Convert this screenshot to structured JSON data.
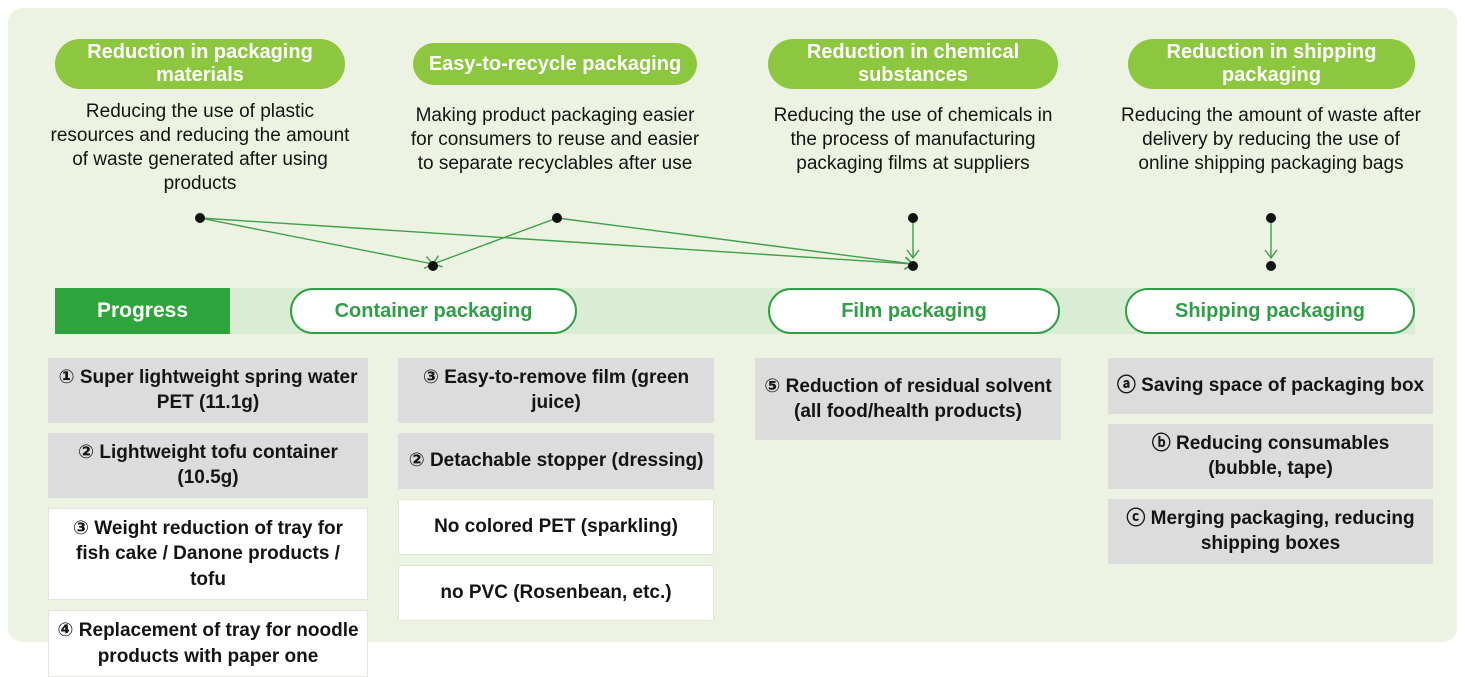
{
  "colors": {
    "panel_bg": "#edf3e2",
    "header_pill_green": "#8dc63f",
    "progress_green": "#2fa33c",
    "band_light_green": "#d9ecd4",
    "category_green": "#2f9e44",
    "arrow_green": "#3f9f4b",
    "gray_item_bg": "#dcdcdc",
    "dot_black": "#111111"
  },
  "columns": [
    {
      "id": "reduction-packaging-materials",
      "header": "Reduction in packaging materials",
      "description": "Reducing the use of plastic resources and reducing the amount of waste generated after using products"
    },
    {
      "id": "easy-to-recycle-packaging",
      "header": "Easy-to-recycle packaging",
      "description": "Making product packaging easier for consumers to reuse and easier to separate recyclables after use"
    },
    {
      "id": "reduction-chemical-substances",
      "header": "Reduction in chemical substances",
      "description": "Reducing the use of chemicals in the process of manufacturing packaging films at suppliers"
    },
    {
      "id": "reduction-shipping-packaging",
      "header": "Reduction in shipping packaging",
      "description": "Reducing the amount of waste after delivery by reducing the use of online shipping packaging bags"
    }
  ],
  "connections": [
    {
      "from": "reduction-packaging-materials",
      "to": "container-packaging"
    },
    {
      "from": "reduction-packaging-materials",
      "to": "film-packaging"
    },
    {
      "from": "easy-to-recycle-packaging",
      "to": "container-packaging"
    },
    {
      "from": "easy-to-recycle-packaging",
      "to": "film-packaging"
    },
    {
      "from": "reduction-chemical-substances",
      "to": "film-packaging"
    },
    {
      "from": "reduction-shipping-packaging",
      "to": "shipping-packaging"
    }
  ],
  "progress_label": "Progress",
  "categories": [
    {
      "id": "container-packaging",
      "label": "Container packaging"
    },
    {
      "id": "film-packaging",
      "label": "Film packaging"
    },
    {
      "id": "shipping-packaging",
      "label": "Shipping packaging"
    }
  ],
  "item_columns": [
    [
      {
        "text": "① Super lightweight spring water PET (11.1g)",
        "variant": "gray"
      },
      {
        "text": "② Lightweight tofu container (10.5g)",
        "variant": "gray"
      },
      {
        "text": "③ Weight reduction of tray for fish cake / Danone products / tofu",
        "variant": "white"
      },
      {
        "text": "④ Replacement of tray for noodle products with paper one",
        "variant": "white"
      }
    ],
    [
      {
        "text": "③ Easy-to-remove film (green juice)",
        "variant": "gray"
      },
      {
        "text": "② Detachable stopper (dressing)",
        "variant": "gray"
      },
      {
        "text": "No colored PET (sparkling)",
        "variant": "white"
      },
      {
        "text": "no PVC (Rosenbean, etc.)",
        "variant": "white"
      }
    ],
    [
      {
        "text": "⑤ Reduction of residual solvent (all food/health products)",
        "variant": "gray"
      }
    ],
    [
      {
        "text": "ⓐ Saving space of packaging box",
        "variant": "gray"
      },
      {
        "text": "ⓑ Reducing consumables (bubble, tape)",
        "variant": "gray"
      },
      {
        "text": "ⓒ Merging packaging, reducing shipping boxes",
        "variant": "gray"
      }
    ]
  ]
}
